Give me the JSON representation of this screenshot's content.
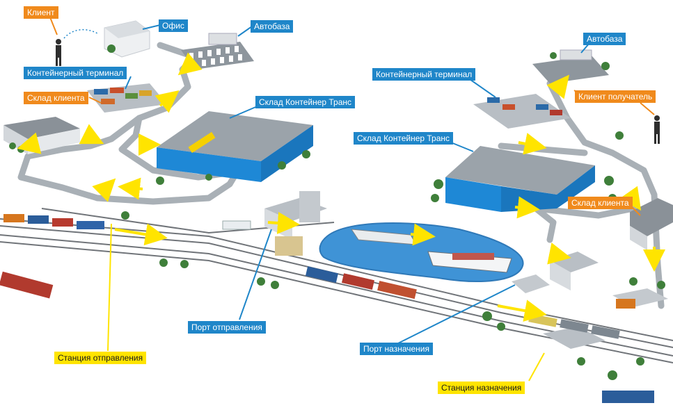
{
  "colors": {
    "label_blue": "#1f86c9",
    "label_orange": "#f08a1c",
    "label_yellow": "#ffe400",
    "warehouse_blue": "#1e88d6",
    "water": "#3f93d6",
    "road": "#9aa3ab",
    "rail": "#6b6f73"
  },
  "labels": {
    "client": "Клиент",
    "office": "Офис",
    "autobase_left": "Автобаза",
    "container_terminal_left": "Контейнерный терминал",
    "client_warehouse_left": "Склад клиента",
    "warehouse_ct_left": "Склад Контейнер Транс",
    "autobase_right": "Автобаза",
    "container_terminal_right": "Контейнерный терминал",
    "client_receiver": "Клиент получатель",
    "warehouse_ct_right": "Склад Контейнер Транс",
    "client_warehouse_right": "Склад клиента",
    "departure_port": "Порт отправления",
    "destination_port": "Порт назначения",
    "departure_station": "Станция отправления",
    "destination_station": "Станция назначения"
  }
}
